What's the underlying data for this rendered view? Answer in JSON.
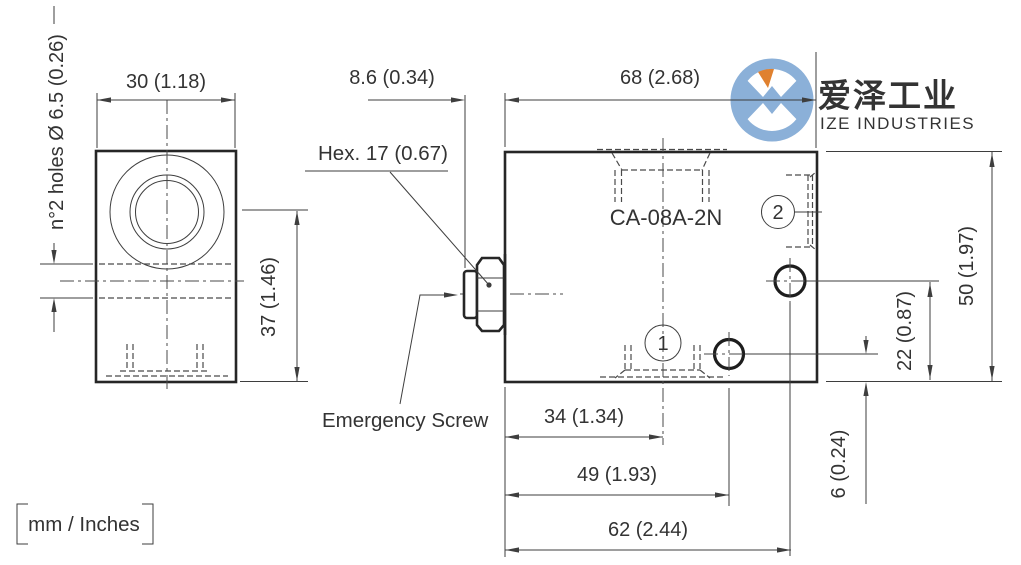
{
  "views": {
    "front": {
      "width_dim": "30 (1.18)",
      "height_dim": "37 (1.46)",
      "holes_note": "n°2 holes Ø 6.5 (0.26)"
    },
    "side": {
      "model": "CA-08A-2N",
      "hex_label": "Hex. 17 (0.67)",
      "emergency_label": "Emergency Screw",
      "port1_label": "1",
      "port2_label": "2",
      "hex_offset_dim": "8.6 (0.34)",
      "length_dim": "68 (2.68)",
      "port1_x_dim": "34 (1.34)",
      "gauge_x_dim": "49 (1.93)",
      "port2_x_dim": "62 (2.44)",
      "height_dim": "50 (1.97)",
      "port2_y_dim": "22 (0.87)",
      "gauge_y_dim": "6 (0.24)"
    }
  },
  "units_label": "mm / Inches",
  "logo": {
    "name_zh": "爱泽工业",
    "name_en": "IZE INDUSTRIES",
    "colors": {
      "circle": "#8bb0d8",
      "accent": "#e0812f",
      "text_primary": "#6f6f6f",
      "text_secondary": "#a8a8a8"
    }
  }
}
